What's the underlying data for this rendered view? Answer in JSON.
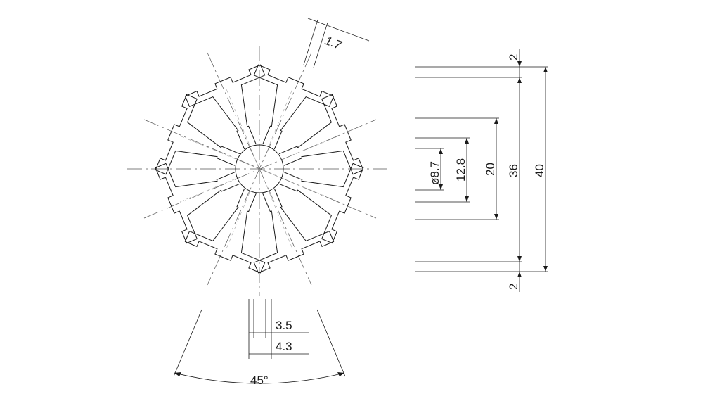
{
  "dimensions": {
    "wall_thickness": "1.7",
    "bore_diameter": "ø8.7",
    "hub_diameter": "12.8",
    "inner_diameter": "20",
    "outer_bar_span": "36",
    "overall_diameter": "40",
    "top_lip": "2",
    "bottom_lip": "2",
    "slot_width_small": "3.5",
    "slot_width_large": "4.3",
    "arm_angle": "45°"
  },
  "colors": {
    "line": "#1a1a1a",
    "center_line": "#555555",
    "background": "#ffffff"
  }
}
